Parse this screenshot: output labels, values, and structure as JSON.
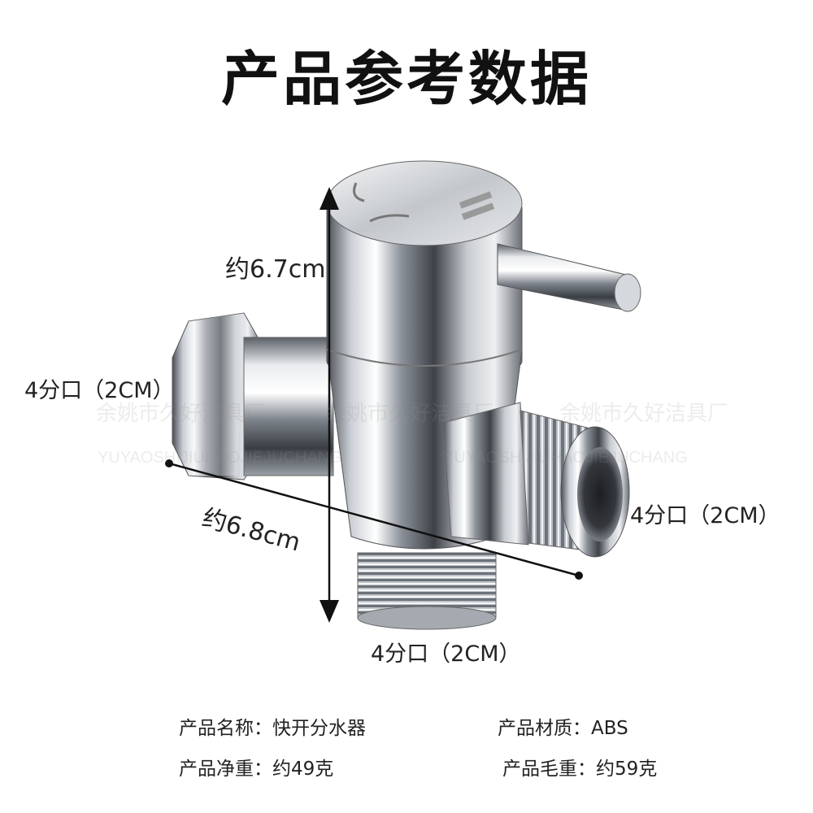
{
  "header": {
    "title": "产品参考数据"
  },
  "dimensions": {
    "height_label": "约6.7cm",
    "width_label": "约6.8cm",
    "port_left": "4分口（2CM）",
    "port_right": "4分口（2CM）",
    "port_bottom": "4分口（2CM）"
  },
  "watermark": {
    "cn": "余姚市久好洁具厂",
    "en": "YUYAOSHIJIUHAOJIEJUCHANG"
  },
  "specs": {
    "name": "产品名称：快开分水器",
    "material": "产品材质：ABS",
    "net_weight": "产品净重：约49克",
    "gross_weight": "产品毛重：约59克"
  }
}
